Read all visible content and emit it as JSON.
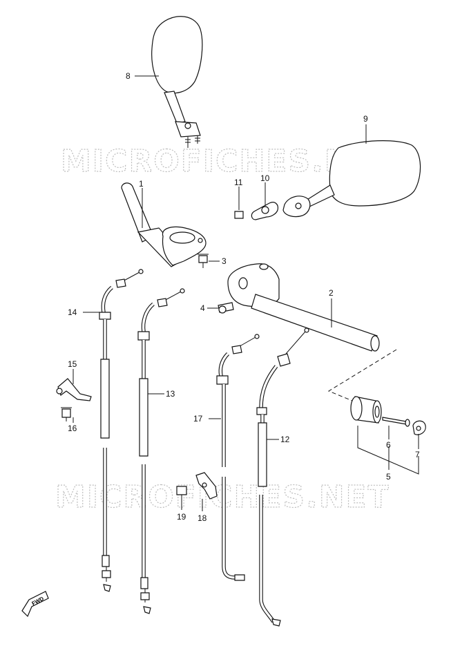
{
  "diagram": {
    "watermark": "MICROFICHES.NET",
    "direction_badge": "FWD",
    "callouts": [
      {
        "id": "1",
        "label": "1"
      },
      {
        "id": "2",
        "label": "2"
      },
      {
        "id": "3",
        "label": "3"
      },
      {
        "id": "4",
        "label": "4"
      },
      {
        "id": "5",
        "label": "5"
      },
      {
        "id": "6",
        "label": "6"
      },
      {
        "id": "7",
        "label": "7"
      },
      {
        "id": "8",
        "label": "8"
      },
      {
        "id": "9",
        "label": "9"
      },
      {
        "id": "10",
        "label": "10"
      },
      {
        "id": "11",
        "label": "11"
      },
      {
        "id": "12",
        "label": "12"
      },
      {
        "id": "13",
        "label": "13"
      },
      {
        "id": "14",
        "label": "14"
      },
      {
        "id": "15",
        "label": "15"
      },
      {
        "id": "16",
        "label": "16"
      },
      {
        "id": "17",
        "label": "17"
      },
      {
        "id": "18",
        "label": "18"
      },
      {
        "id": "19",
        "label": "19"
      }
    ]
  }
}
